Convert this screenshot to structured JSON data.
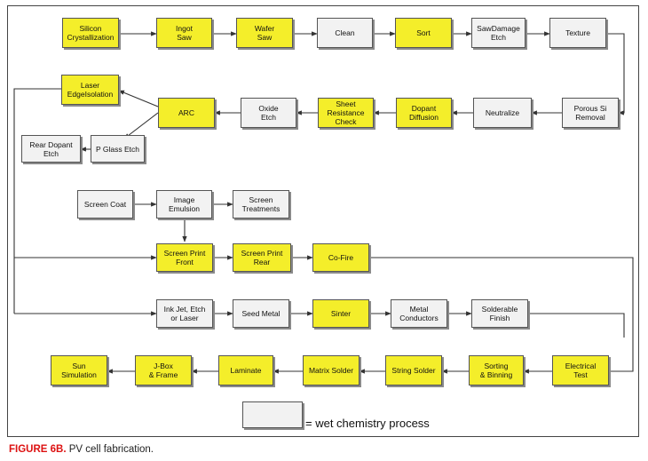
{
  "steps": {
    "silicon": "Silicon\nCrystallization",
    "ingot": "Ingot\nSaw",
    "wafer": "Wafer\nSaw",
    "clean": "Clean",
    "sort": "Sort",
    "sawdamage": "SawDamage\nEtch",
    "texture": "Texture",
    "porous": "Porous Si\nRemoval",
    "neutralize": "Neutralize",
    "dopant_diffusion": "Dopant\nDiffusion",
    "sheet_resistance": "Sheet\nResistance\nCheck",
    "oxide_etch": "Oxide\nEtch",
    "arc": "ARC",
    "laser": "Laser\nEdgeIsolation",
    "pglass": "P Glass Etch",
    "rear_dopant": "Rear Dopant\nEtch",
    "screen_coat": "Screen Coat",
    "image_emulsion": "Image\nEmulsion",
    "screen_treatments": "Screen\nTreatments",
    "print_front": "Screen Print\nFront",
    "print_rear": "Screen Print\nRear",
    "cofire": "Co-Fire",
    "inkjet": "Ink Jet, Etch\nor Laser",
    "seed": "Seed Metal",
    "sinter": "Sinter",
    "metal": "Metal\nConductors",
    "solderable": "Solderable\nFinish",
    "electrical": "Electrical\nTest",
    "sorting": "Sorting\n& Binning",
    "string": "String Solder",
    "matrix": "Matrix Solder",
    "laminate": "Laminate",
    "jbox": "J-Box\n& Frame",
    "sun": "Sun\nSimulation"
  },
  "legend": {
    "text": "= wet chemistry process"
  },
  "caption": {
    "label": "FIGURE 6B.",
    "text": " PV cell fabrication."
  },
  "colors": {
    "process": "#f4ee2a",
    "wet_chemistry": "#f2f2f2",
    "arrow": "#333333"
  }
}
